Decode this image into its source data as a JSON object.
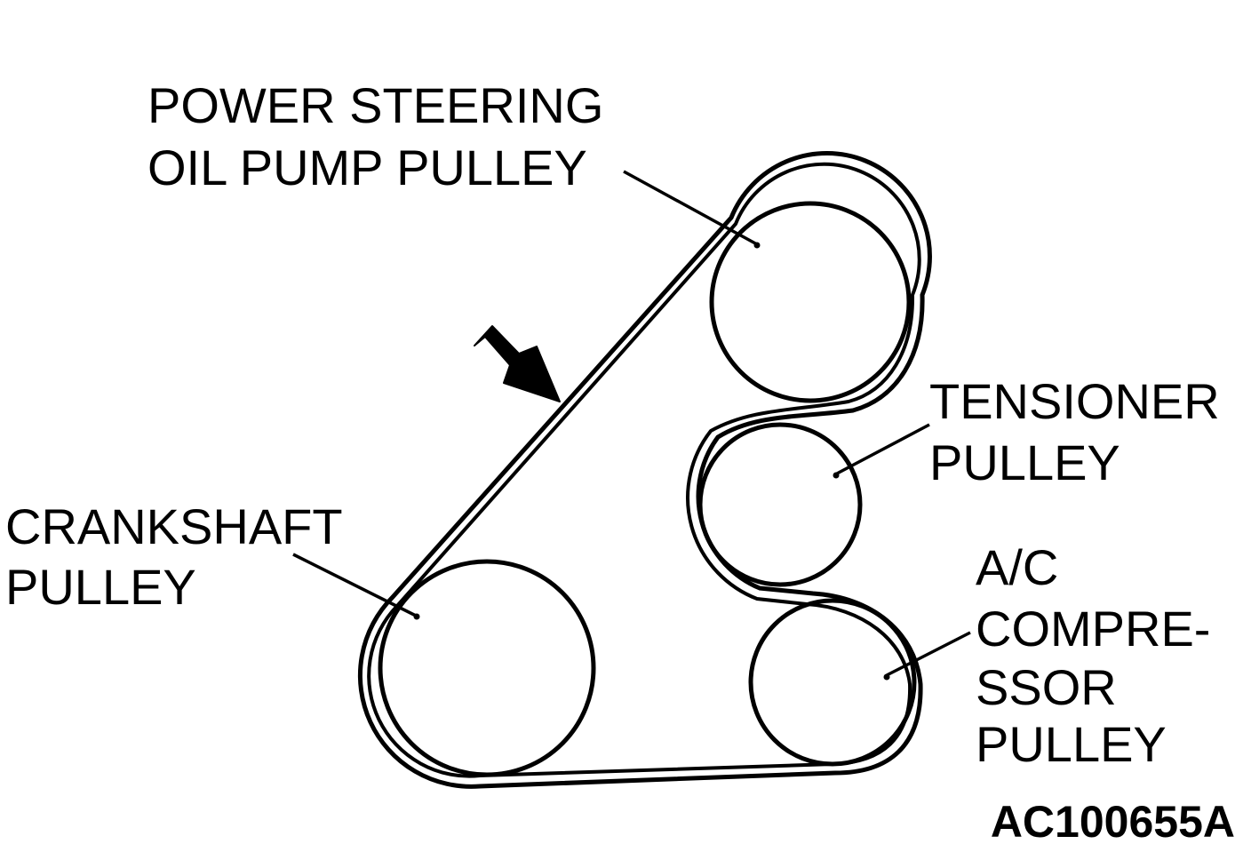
{
  "diagram": {
    "labels": {
      "power_steering": [
        "POWER STEERING",
        "OIL PUMP PULLEY"
      ],
      "tensioner": [
        "TENSIONER",
        "PULLEY"
      ],
      "crankshaft": [
        "CRANKSHAFT",
        "PULLEY"
      ],
      "ac_compressor": [
        "A/C",
        "COMPRE-",
        "SSOR",
        "PULLEY"
      ]
    },
    "figure_code": "AC100655A"
  },
  "colors": {
    "ink": "#000000",
    "background": "#ffffff"
  }
}
